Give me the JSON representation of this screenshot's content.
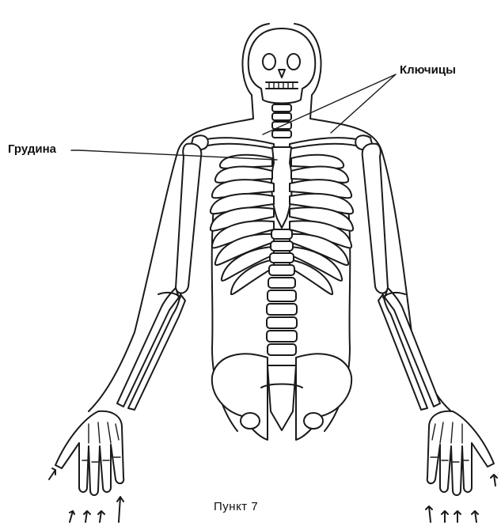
{
  "labels": {
    "clavicles": "Ключицы",
    "sternum": "Грудина",
    "caption": "Пункт 7"
  },
  "colors": {
    "line": "#1a1a1a",
    "background": "#ffffff"
  }
}
